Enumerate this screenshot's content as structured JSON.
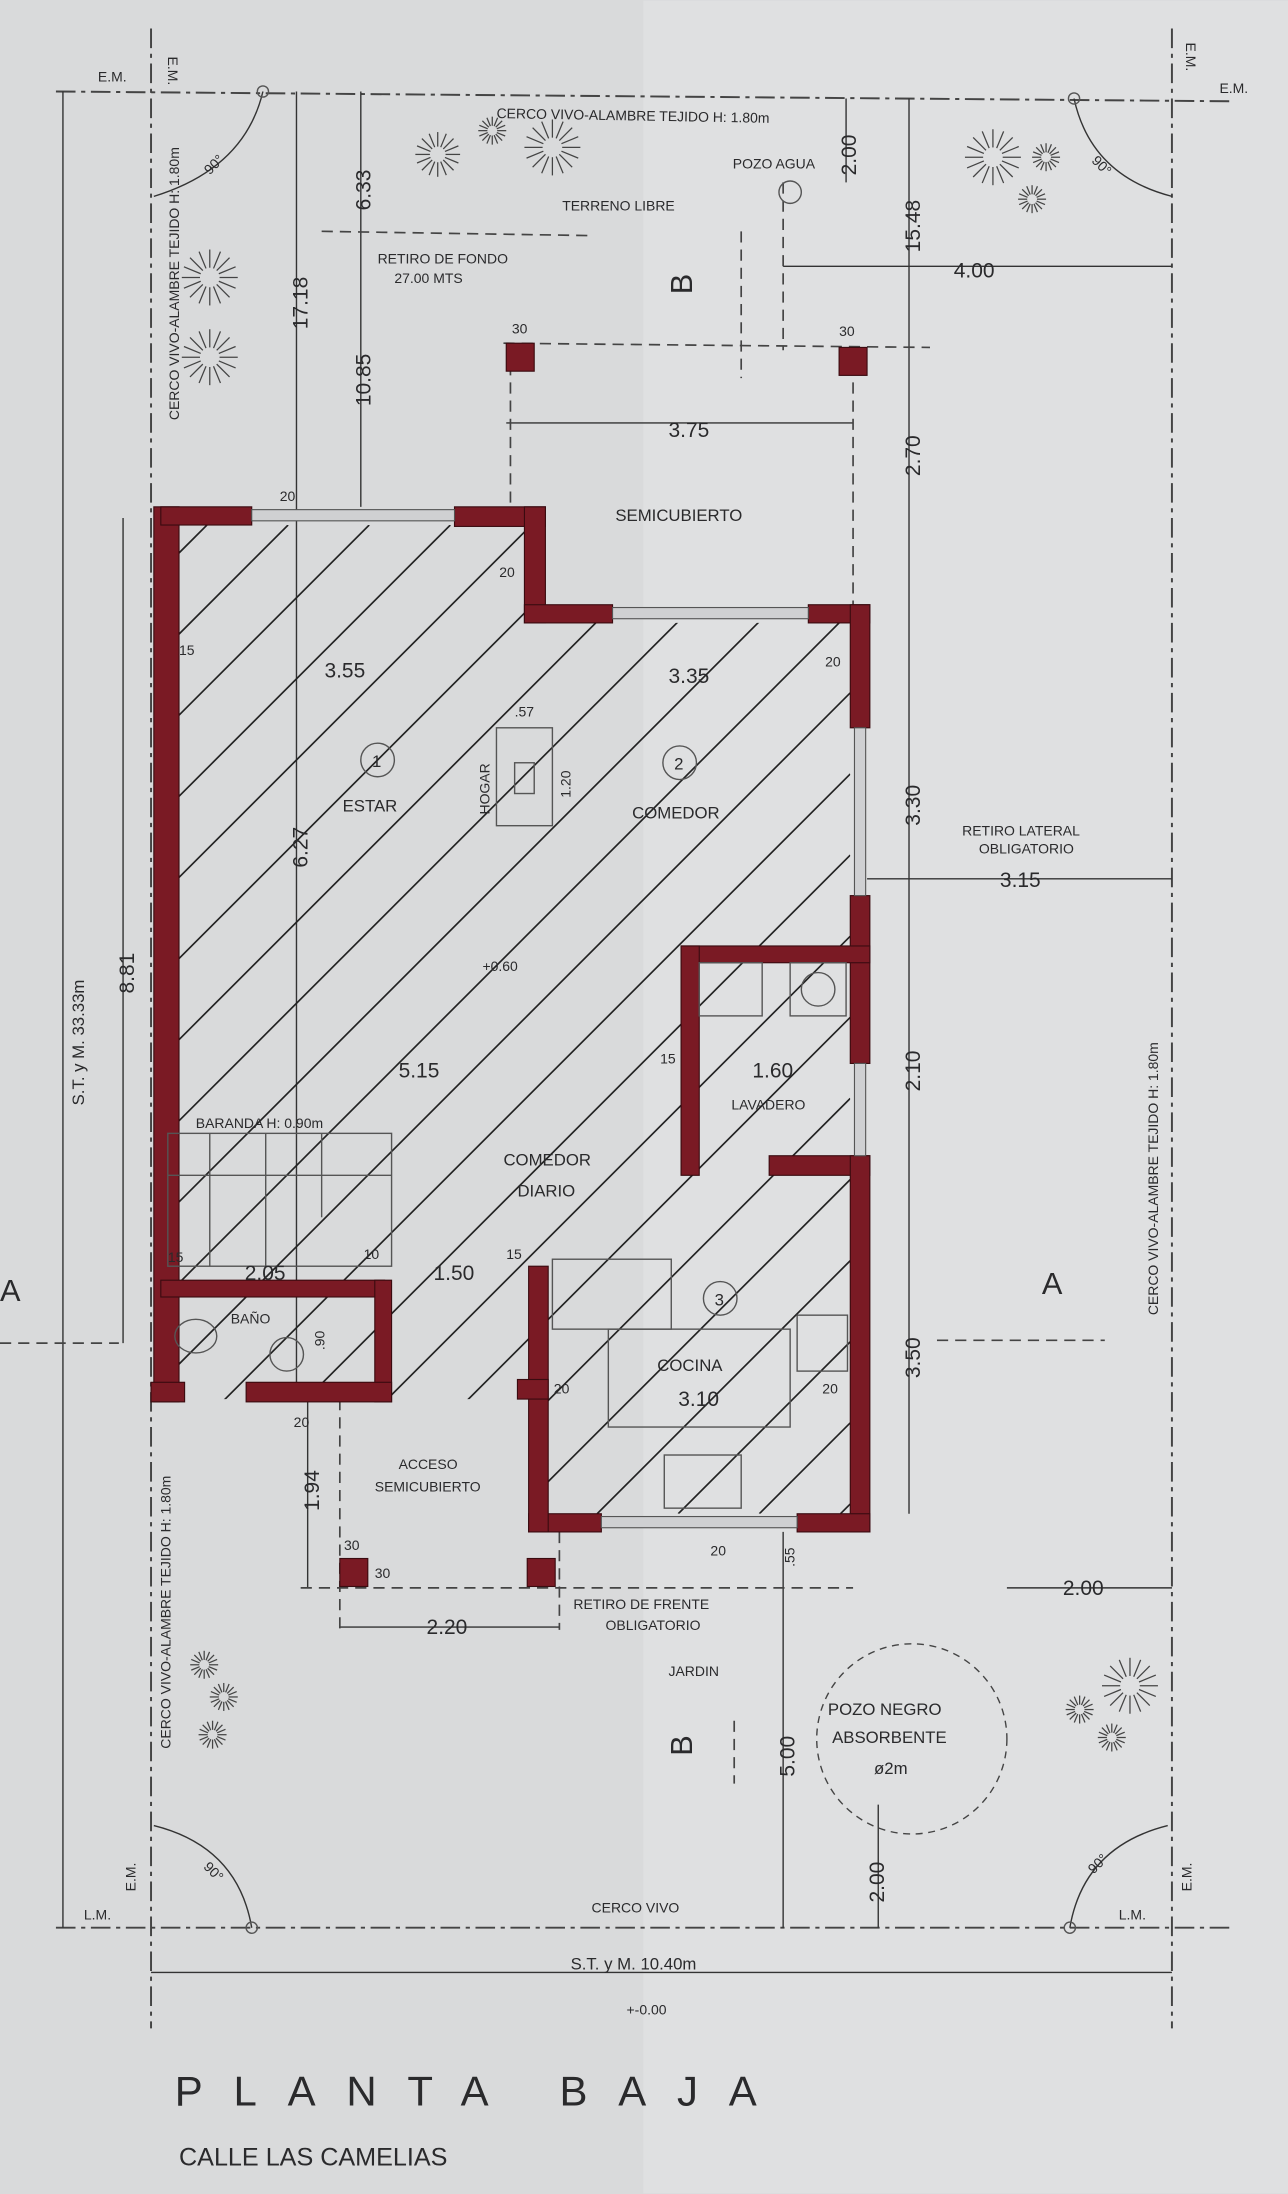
{
  "title": "PLANTA BAJA",
  "street": "CALLE LAS CAMELIAS",
  "colors": {
    "wall": "#7a1a24",
    "paper": "#d9dadb",
    "ink": "#2a2a2c"
  },
  "rooms": [
    {
      "number": "1",
      "name": "ESTAR"
    },
    {
      "number": "2",
      "name": "COMEDOR"
    },
    {
      "number": "3",
      "name": "COCINA"
    }
  ],
  "labels": {
    "fence_back": "CERCO VIVO-ALAMBRE TEJIDO H: 1.80m",
    "fence_side_left_top": "CERCO VIVO-ALAMBRE TEJIDO H: 1.80m",
    "fence_side_left_bottom": "CERCO VIVO-ALAMBRE TEJIDO H: 1.80m",
    "fence_side_right": "CERCO VIVO-ALAMBRE TEJIDO H: 1.80m",
    "fence_front": "CERCO VIVO",
    "pozo_agua": "POZO AGUA",
    "terreno_libre": "TERRENO LIBRE",
    "retiro_fondo_1": "RETIRO DE FONDO",
    "retiro_fondo_2": "27.00 MTS",
    "semicubierto": "SEMICUBIERTO",
    "hogar": "HOGAR",
    "retiro_lateral_1": "RETIRO LATERAL",
    "retiro_lateral_2": "OBLIGATORIO",
    "level_upper": "+0.60",
    "level_ground": "+-0.00",
    "baranda": "BARANDA  H:  0.90m",
    "comedor_diario_1": "COMEDOR",
    "comedor_diario_2": "DIARIO",
    "lavadero": "LAVADERO",
    "bano": "BAÑO",
    "acceso_1": "ACCESO",
    "acceso_2": "SEMICUBIERTO",
    "retiro_frente_1": "RETIRO DE FRENTE",
    "retiro_frente_2": "OBLIGATORIO",
    "jardin": "JARDIN",
    "pozo_negro_1": "POZO NEGRO",
    "pozo_negro_2": "ABSORBENTE",
    "pozo_negro_3": "ø2m",
    "section_a": "A",
    "section_b": "B",
    "em": "E.M.",
    "lm": "L.M.",
    "angle": "90°",
    "lot_depth": "S.T. y M. 33.33m",
    "lot_width": "S.T. y M. 10.40m"
  },
  "dimensions": {
    "d633": "6.33",
    "d1718": "17.18",
    "d1085": "10.85",
    "d200a": "2.00",
    "d1548": "15.48",
    "d400": "4.00",
    "d375": "3.75",
    "d270": "2.70",
    "d355": "3.55",
    "d335": "3.35",
    "d057": ".57",
    "d120": "1.20",
    "d627": "6.27",
    "d881": "8.81",
    "d330": "3.30",
    "d315": "3.15",
    "d515": "5.15",
    "d160": "1.60",
    "d210": "2.10",
    "d205": "2.05",
    "d150": "1.50",
    "d090": ".90",
    "d310": "3.10",
    "d350": "3.50",
    "d194": "1.94",
    "d220": "2.20",
    "d055": ".55",
    "d200b": "2.00",
    "d500": "5.00",
    "d200c": "2.00",
    "w30": "30",
    "w20": "20",
    "w15": "15",
    "w10": "10"
  }
}
